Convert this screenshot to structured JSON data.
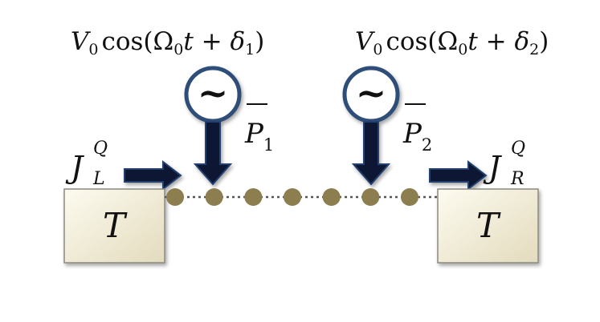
{
  "sources": [
    {
      "formula": {
        "amp": "V",
        "amp_sub": "0",
        "func": "cos(",
        "omega": "Ω",
        "omega_sub": "0",
        "t": "t",
        "plus": " + ",
        "delta": "δ",
        "delta_sub": "1",
        "close": ")"
      },
      "symbol": "~",
      "power": {
        "letter": "P",
        "sub": "1"
      }
    },
    {
      "formula": {
        "amp": "V",
        "amp_sub": "0",
        "func": "cos(",
        "omega": "Ω",
        "omega_sub": "0",
        "t": "t",
        "plus": " + ",
        "delta": "δ",
        "delta_sub": "2",
        "close": ")"
      },
      "symbol": "~",
      "power": {
        "letter": "P",
        "sub": "2"
      }
    }
  ],
  "left_current": {
    "letter": "J",
    "sup": "Q",
    "sub": "L"
  },
  "right_current": {
    "letter": "J",
    "sup": "Q",
    "sub": "R"
  },
  "left_bath": {
    "label": "T"
  },
  "right_bath": {
    "label": "T"
  },
  "chain": {
    "site_count": 7
  },
  "colors": {
    "source_ring": "#2e4d78",
    "source_fill": "#ffffff",
    "arrow_fill": "#0b1530",
    "arrow_stroke": "#22406f",
    "site_fill": "#8c7e4f",
    "chain_line": "#555555",
    "bath_fill_light": "#fbf8ea",
    "bath_fill_dark": "#e6dfc4"
  },
  "icons": {
    "source": "ac-source-icon",
    "arrow": "arrow-icon"
  }
}
